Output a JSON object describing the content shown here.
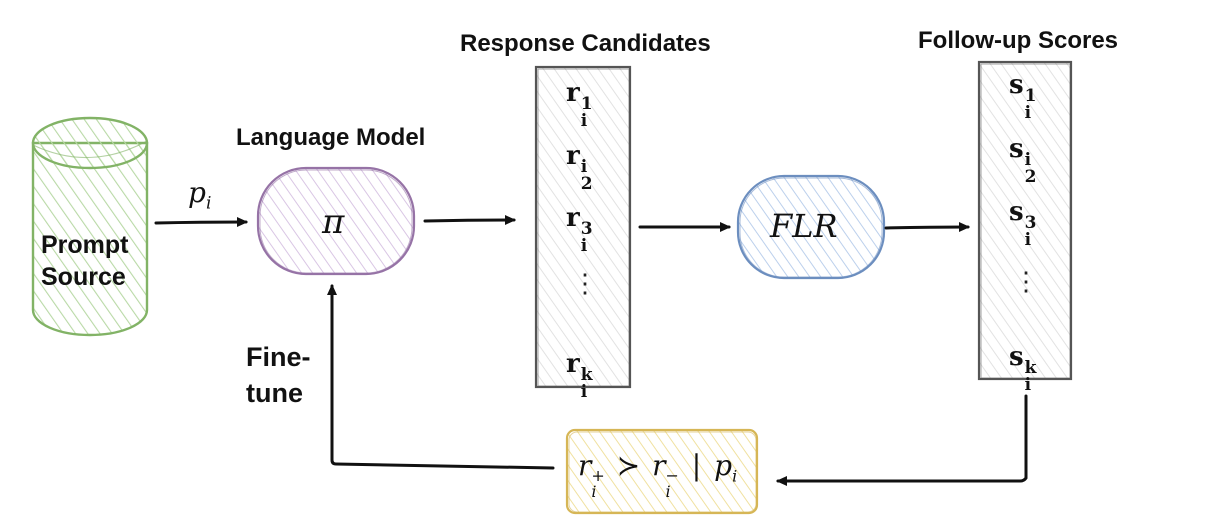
{
  "prompt_source": {
    "label_line1": "Prompt",
    "label_line2": "Source",
    "color": "#82b366"
  },
  "edge_prompt": {
    "label": "p",
    "sub": "i"
  },
  "language_model": {
    "title": "Language Model",
    "symbol": "π",
    "color": "#9673a6"
  },
  "fine_tune": {
    "line1": "Fine-",
    "line2": "tune"
  },
  "response_candidates": {
    "title": "Response Candidates",
    "items": [
      {
        "base": "r",
        "sup": "1",
        "sub": "i"
      },
      {
        "base": "r",
        "sup": "i",
        "sub": "2"
      },
      {
        "base": "r",
        "sup": "3",
        "sub": "i"
      },
      {
        "base": "r",
        "sup": "k",
        "sub": "i"
      }
    ],
    "ellipsis": "⋮"
  },
  "flr": {
    "label": "FLR",
    "color": "#6c8ebf"
  },
  "follow_up_scores": {
    "title": "Follow-up Scores",
    "items": [
      {
        "base": "s",
        "sup": "1",
        "sub": "i"
      },
      {
        "base": "s",
        "sup": "i",
        "sub": "2"
      },
      {
        "base": "s",
        "sup": "3",
        "sub": "i"
      },
      {
        "base": "s",
        "sup": "k",
        "sub": "i"
      }
    ],
    "ellipsis": "⋮"
  },
  "preference": {
    "r": "r",
    "sub": "i",
    "sup_plus": "+",
    "succ": "≻",
    "sup_minus": "−",
    "bar": "|",
    "p": "p",
    "p_sub": "i",
    "color": "#d6b656"
  }
}
